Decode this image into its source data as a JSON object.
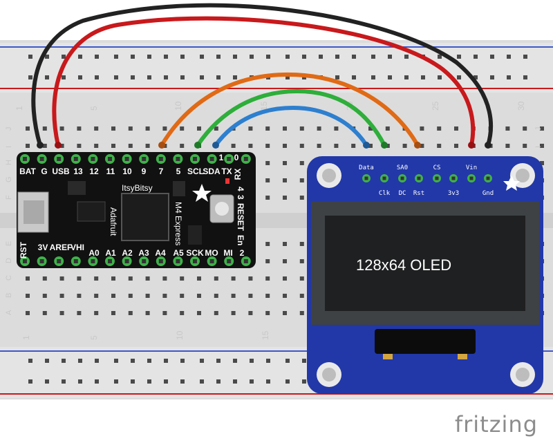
{
  "breadboard": {
    "column_numbers": [
      "1",
      "5",
      "10",
      "15",
      "20",
      "25",
      "30"
    ],
    "row_letters_top": [
      "J",
      "I",
      "H",
      "G",
      "F"
    ],
    "row_letters_bottom": [
      "E",
      "D",
      "C",
      "B",
      "A"
    ]
  },
  "itsybitsy": {
    "name": "ItsyBitsy",
    "model": "M4 Express",
    "brand": "Adafruit",
    "top_pins": [
      "BAT",
      "G",
      "USB",
      "13",
      "12",
      "11",
      "10",
      "9",
      "7",
      "5",
      "SCL",
      "SDA",
      "TX",
      "1",
      "0",
      "RX"
    ],
    "bottom_pins": [
      "RST",
      "3V",
      "AREF",
      "VHI",
      "A0",
      "A1",
      "A2",
      "A3",
      "A4",
      "A5",
      "SCK",
      "MO",
      "MI",
      "2"
    ],
    "side_labels": [
      "4",
      "3",
      "RESET",
      "En"
    ]
  },
  "oled": {
    "top_pins": [
      "Data",
      "SA0",
      "CS",
      "Vin"
    ],
    "bottom_pins": [
      "Clk",
      "DC",
      "Rst",
      "3v3",
      "Gnd"
    ],
    "screen_text": "128x64 OLED"
  },
  "wire_colors": {
    "black": "#222222",
    "red": "#c8191c",
    "orange": "#e06a15",
    "green": "#2eae3a",
    "blue": "#2d7fcf"
  },
  "footer": {
    "logo": "fritzing"
  }
}
